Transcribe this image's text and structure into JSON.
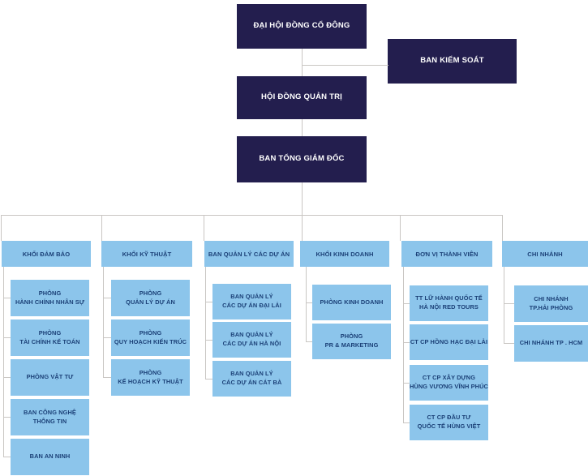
{
  "chart_title": "Organizational chart",
  "colors": {
    "dark_box_bg": "#231e4e",
    "dark_box_text": "#ffffff",
    "light_box_bg": "#8cc5eb",
    "light_box_text": "#1b4077",
    "connector_line": "#c9c6c3"
  },
  "top_boxes": {
    "general_meeting": "ĐẠI HỘI ĐỒNG CỔ ĐÔNG",
    "supervisory_board": "BAN KIỂM SOÁT",
    "management_board": "HỘI ĐỒNG QUẢN TRỊ",
    "executive_board": "BAN TỔNG GIÁM ĐỐC"
  },
  "columns": [
    {
      "header": "KHỐI ĐẢM BẢO",
      "children": [
        "PHÒNG\nHÀNH CHÍNH NHÂN SỰ",
        "PHÒNG\nTÀI CHÍNH KẾ TOÁN",
        "PHÒNG VẬT TƯ",
        "BAN CÔNG NGHỆ\nTHÔNG TIN",
        "BAN AN NINH"
      ]
    },
    {
      "header": "KHỐI KỸ THUẬT",
      "children": [
        "PHÒNG\nQUẢN LÝ DỰ ÁN",
        "PHÒNG\nQUY HOẠCH KIẾN TRÚC",
        "PHÒNG\nKẾ HOẠCH KỸ THUẬT"
      ]
    },
    {
      "header": "BAN QUẢN LÝ CÁC DỰ ÁN",
      "children": [
        "BAN QUẢN LÝ\nCÁC DỰ ÁN ĐẠI LẢI",
        "BAN QUẢN LÝ\nCÁC DỰ ÁN HÀ NỘI",
        "BAN QUẢN LÝ\nCÁC DỰ ÁN CÁT BÀ"
      ]
    },
    {
      "header": "KHỐI KINH DOANH",
      "children": [
        "PHÒNG KINH DOANH",
        "PHÒNG\nPR & MARKETING"
      ]
    },
    {
      "header": "ĐƠN VỊ THÀNH VIÊN",
      "children": [
        "TT LỮ HÀNH QUỐC TẾ\nHÀ NỘI RED TOURS",
        "CT CP HỒNG HẠC ĐẠI LẢI",
        "CT CP XÂY DỰNG\nHÙNG VƯƠNG VĨNH PHÚC",
        "CT CP ĐẦU TƯ\nQUỐC TẾ HÙNG VIỆT"
      ]
    },
    {
      "header": "CHI NHÁNH",
      "children": [
        "CHI NHÁNH\nTP.HẢI PHÒNG",
        "CHI NHÁNH TP . HCM"
      ]
    }
  ]
}
